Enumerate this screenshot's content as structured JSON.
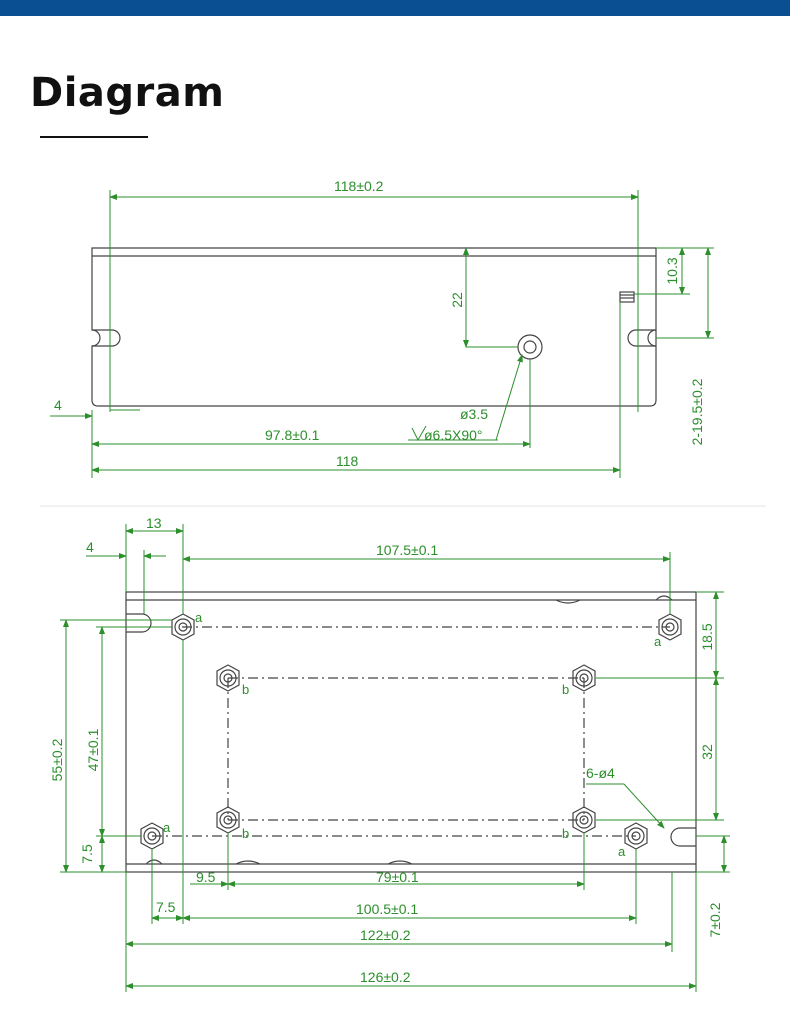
{
  "page": {
    "title": "Diagram",
    "colors": {
      "header_bar": "#0a4f92",
      "dimension": "#2c8f2c",
      "outline": "#444444",
      "text": "#111111"
    }
  },
  "top_view": {
    "dim_width_top": "118±0.2",
    "dim_height_22": "22",
    "dim_10_3": "10.3",
    "dim_hole_dia": "ø3.5",
    "dim_countersink": "ø6.5X90°",
    "dim_97_8": "97.8±0.1",
    "dim_118": "118",
    "dim_4": "4",
    "dim_2_19_5": "2-19.5±0.2"
  },
  "bottom_view": {
    "dim_13": "13",
    "dim_4": "4",
    "dim_107_5": "107.5±0.1",
    "dim_18_5": "18.5",
    "dim_32": "32",
    "dim_6_hole": "6-ø4",
    "dim_55": "55±0.2",
    "dim_47": "47±0.1",
    "dim_7_5_left": "7.5",
    "dim_9_5": "9.5",
    "dim_79": "79±0.1",
    "dim_7_5_bottom": "7.5",
    "dim_100_5": "100.5±0.1",
    "dim_122": "122±0.2",
    "dim_126": "126±0.2",
    "dim_7": "7±0.2",
    "mark_a": "a",
    "mark_b": "b"
  }
}
